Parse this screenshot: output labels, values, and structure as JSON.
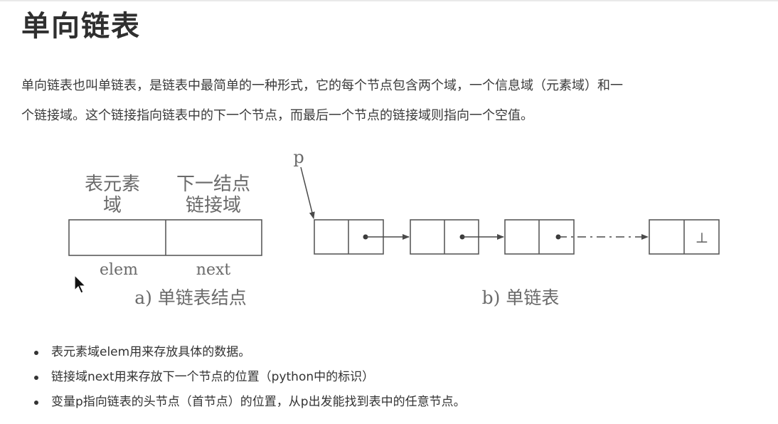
{
  "page": {
    "title": "单向链表",
    "intro": [
      "单向链表也叫单链表，是链表中最简单的一种形式，它的每个节点包含两个域，一个信息域（元素域）和一",
      "个链接域。这个链接指向链表中的下一个节点，而最后一个节点的链接域则指向一个空值。"
    ]
  },
  "figure": {
    "node_labels": {
      "elem_field_line1": "表元素",
      "elem_field_line2": "域",
      "next_field_line1": "下一结点",
      "next_field_line2": "链接域",
      "elem_name": "elem",
      "next_name": "next"
    },
    "pointer_label": "p",
    "null_symbol": "⊥",
    "caption_a": "a) 单链表结点",
    "caption_b": "b) 单链表"
  },
  "bullets": [
    "表元素域elem用来存放具体的数据。",
    "链接域next用来存放下一个节点的位置（python中的标识）",
    "变量p指向链表的头节点（首节点）的位置，从p出发能找到表中的任意节点。"
  ],
  "colors": {
    "diagram_stroke": "#5a5a5a",
    "text": "#333333"
  }
}
